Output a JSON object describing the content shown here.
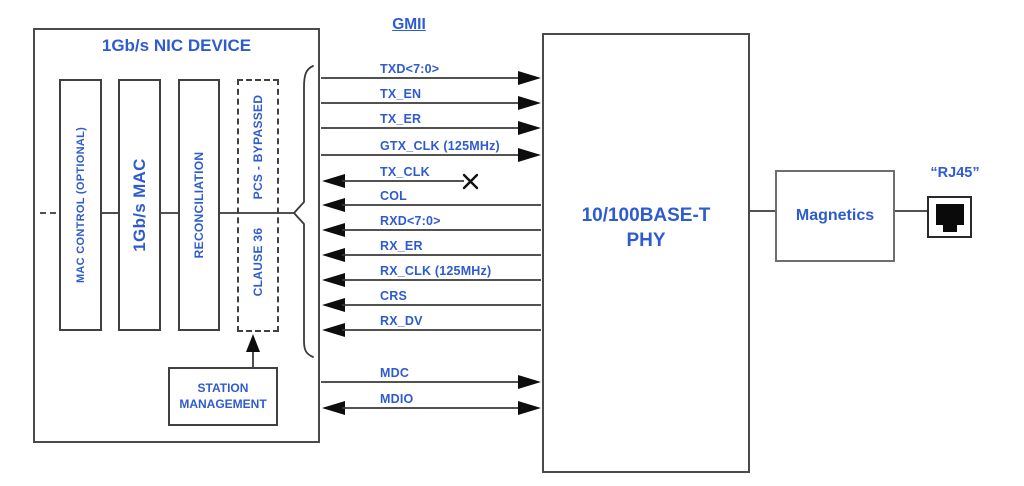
{
  "nic": {
    "title": "1Gb/s NIC DEVICE",
    "blocks": {
      "mac_control": "MAC CONTROL (OPTIONAL)",
      "mac": "1Gb/s MAC",
      "reconciliation": "RECONCILIATION",
      "pcs_bypassed": "PCS - BYPASSED",
      "clause_36": "CLAUSE 36"
    },
    "station_management": "STATION MANAGEMENT"
  },
  "gmii": {
    "title": "GMII",
    "signals": [
      {
        "label": "TXD<7:0>",
        "direction": "right"
      },
      {
        "label": "TX_EN",
        "direction": "right"
      },
      {
        "label": "TX_ER",
        "direction": "right"
      },
      {
        "label": "GTX_CLK (125MHz)",
        "direction": "right"
      },
      {
        "label": "TX_CLK",
        "direction": "left",
        "note": "not connected (x)"
      },
      {
        "label": "COL",
        "direction": "left"
      },
      {
        "label": "RXD<7:0>",
        "direction": "left"
      },
      {
        "label": "RX_ER",
        "direction": "left"
      },
      {
        "label": "RX_CLK (125MHz)",
        "direction": "left"
      },
      {
        "label": "CRS",
        "direction": "left"
      },
      {
        "label": "RX_DV",
        "direction": "left"
      },
      {
        "label": "MDC",
        "direction": "right"
      },
      {
        "label": "MDIO",
        "direction": "both"
      }
    ]
  },
  "phy": {
    "line1": "10/100BASE-T",
    "line2": "PHY"
  },
  "magnetics": {
    "label": "Magnetics"
  },
  "rj45": {
    "label": "“RJ45”"
  },
  "colors": {
    "accent_blue": "#2e5bd0",
    "line_dark": "#3a3a3a",
    "arrow_black": "#0d0d0d"
  }
}
